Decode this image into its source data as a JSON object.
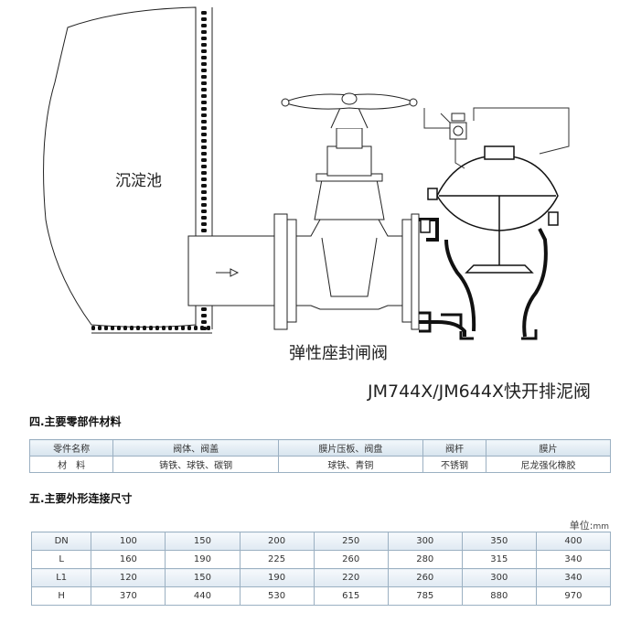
{
  "diagram": {
    "tank_label": "沉淀池",
    "gate_valve_label": "弹性座封闸阀",
    "model_label": "JM744X/JM644X快开排泥阀"
  },
  "materials": {
    "title": "四.主要零部件材料",
    "headers": [
      "零件名称",
      "阀体、阀盖",
      "膜片压板、阀盘",
      "阀杆",
      "膜片"
    ],
    "row": [
      "材　料",
      "铸铁、球铁、碳钢",
      "球铁、青铜",
      "不锈钢",
      "尼龙强化橡胶"
    ]
  },
  "dimensions": {
    "title": "五.主要外形连接尺寸",
    "unit_label": "单位:",
    "unit_value": "mm",
    "rows": [
      [
        "DN",
        "100",
        "150",
        "200",
        "250",
        "300",
        "350",
        "400"
      ],
      [
        "L",
        "160",
        "190",
        "225",
        "260",
        "280",
        "315",
        "340"
      ],
      [
        "L1",
        "120",
        "150",
        "190",
        "220",
        "260",
        "300",
        "340"
      ],
      [
        "H",
        "370",
        "440",
        "530",
        "615",
        "785",
        "880",
        "970"
      ]
    ]
  }
}
